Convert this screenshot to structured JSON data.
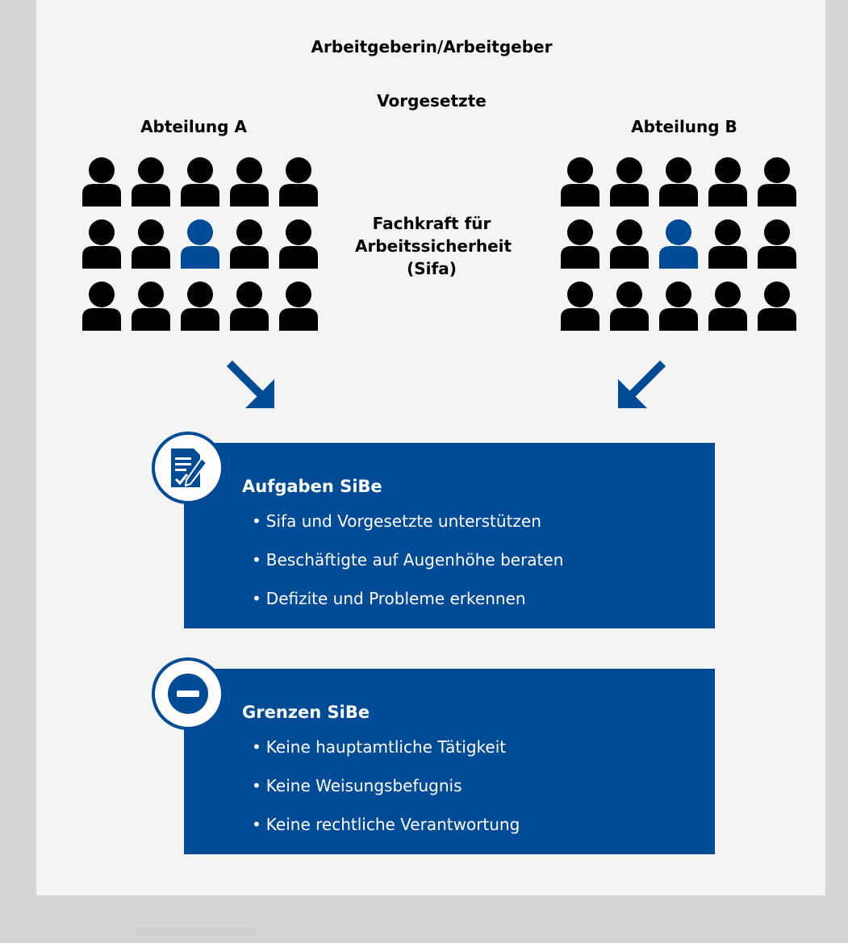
{
  "header": {
    "employer": "Arbeitgeberin/Arbeitgeber",
    "supervisors": "Vorgesetzte",
    "sifa_line1": "Fachkraft für",
    "sifa_line2": "Arbeitssicherheit",
    "sifa_line3": "(Sifa)"
  },
  "departments": [
    {
      "label": "Abteilung A",
      "highlighted_person": "row 2, column 3"
    },
    {
      "label": "Abteilung B",
      "highlighted_person": "row 2, column 3"
    }
  ],
  "tasks": {
    "title": "Aufgaben SiBe",
    "icon": "document-checklist-pen-icon",
    "items": [
      "Sifa und Vorgesetzte unterstützen",
      "Beschäftigte auf Augenhöhe beraten",
      "Defizite und Probleme erkennen"
    ]
  },
  "limits": {
    "title": "Grenzen SiBe",
    "icon": "minus-circle-icon",
    "items": [
      "Keine hauptamtliche Tätigkeit",
      "Keine Weisungsbefugnis",
      "Keine rechtliche Verantwortung"
    ]
  },
  "colors": {
    "accent_blue": "#004b95",
    "people": "#000000",
    "background": "#f4f4f4"
  },
  "bullet": "•"
}
